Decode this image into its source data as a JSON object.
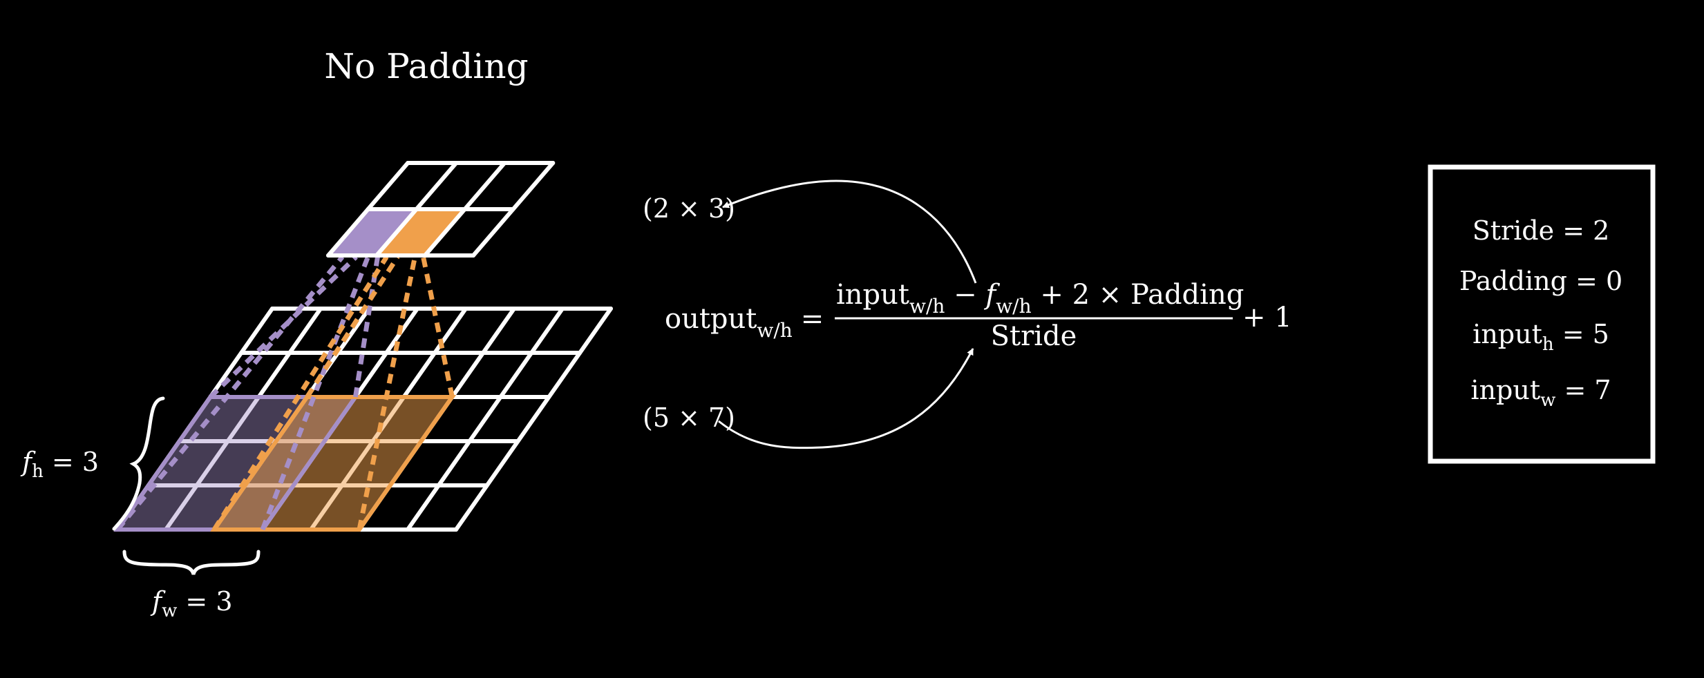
{
  "title": "No Padding",
  "colors": {
    "background": "#000000",
    "grid": "#ffffff",
    "purple": "#a58fc8",
    "orange": "#f0a04b"
  },
  "output_grid": {
    "rows": 2,
    "cols": 3,
    "highlighted": [
      {
        "row": 1,
        "col": 0,
        "color": "purple"
      },
      {
        "row": 1,
        "col": 1,
        "color": "orange"
      }
    ]
  },
  "input_grid": {
    "rows": 5,
    "cols": 7
  },
  "filter": {
    "rows": 3,
    "cols": 3,
    "stride": 2
  },
  "labels": {
    "fh_symbol": "f",
    "fh_sub": "h",
    "fh_value": " = 3",
    "fw_symbol": "f",
    "fw_sub": "w",
    "fw_value": " = 3"
  },
  "formula": {
    "lhs": "output",
    "lhs_sub": "w/h",
    "equals": "=",
    "num_input": "input",
    "num_input_sub": "w/h",
    "num_minus": " − ",
    "num_f": "f",
    "num_f_sub": "w/h",
    "num_rest": " + 2 × Padding",
    "denominator": "Stride",
    "plus_one": "+ 1"
  },
  "shape_output": "(2 × 3)",
  "shape_input": "(5 × 7)",
  "params": {
    "stride": "Stride = 2",
    "padding": "Padding = 0",
    "input_h_base": "input",
    "input_h_sub": "h",
    "input_h_value": " = 5",
    "input_w_base": "input",
    "input_w_sub": "w",
    "input_w_value": " = 7"
  }
}
